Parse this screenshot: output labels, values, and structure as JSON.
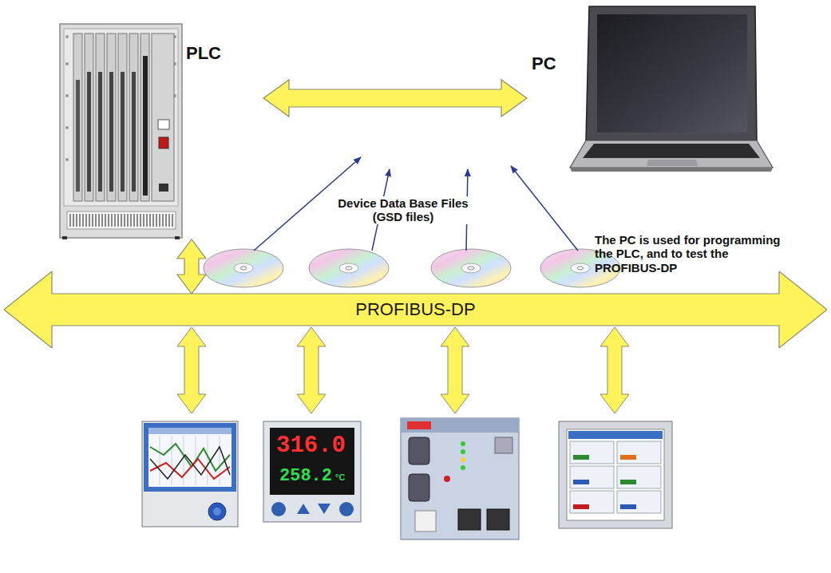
{
  "diagram": {
    "nodes": [
      {
        "text": [
          "PLC"
        ]
      },
      {
        "text": [
          "PC"
        ]
      },
      {
        "text": [
          "PROFIBUS-DP"
        ]
      }
    ],
    "edges": [
      {
        "from": 0,
        "to": 1,
        "arrow": "both"
      },
      {
        "from": 0,
        "to": 2,
        "arrow": "both"
      }
    ],
    "labels": [
      "The PC is used for programming the PLC, and to test the PROFIBUS-DP",
      "Device Data Base Files (GSD files)",
      "316.0",
      "258.2",
      "°C"
    ]
  }
}
